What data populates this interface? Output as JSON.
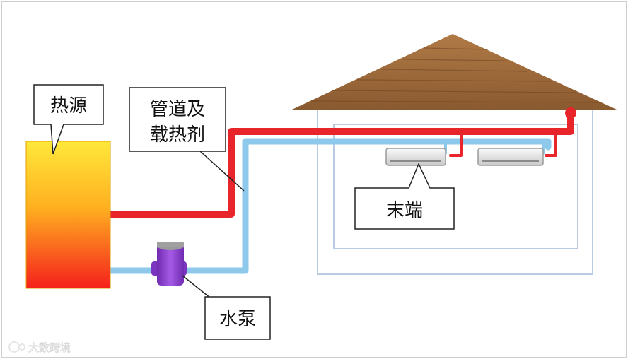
{
  "labels": {
    "heat_source": "热源",
    "pipe_line1": "管道及",
    "pipe_line2": "载热剂",
    "terminal": "末端",
    "pump": "水泵"
  },
  "watermark": "大数跨境",
  "colors": {
    "hot_pipe": "#e8252b",
    "cold_pipe": "#8ec9ec",
    "pump": "#8a3ccf",
    "roof": "#9a6a3c",
    "house_outline": "#b9cbe0",
    "heat_top": "#ffe83a",
    "heat_bottom": "#f5201c"
  }
}
